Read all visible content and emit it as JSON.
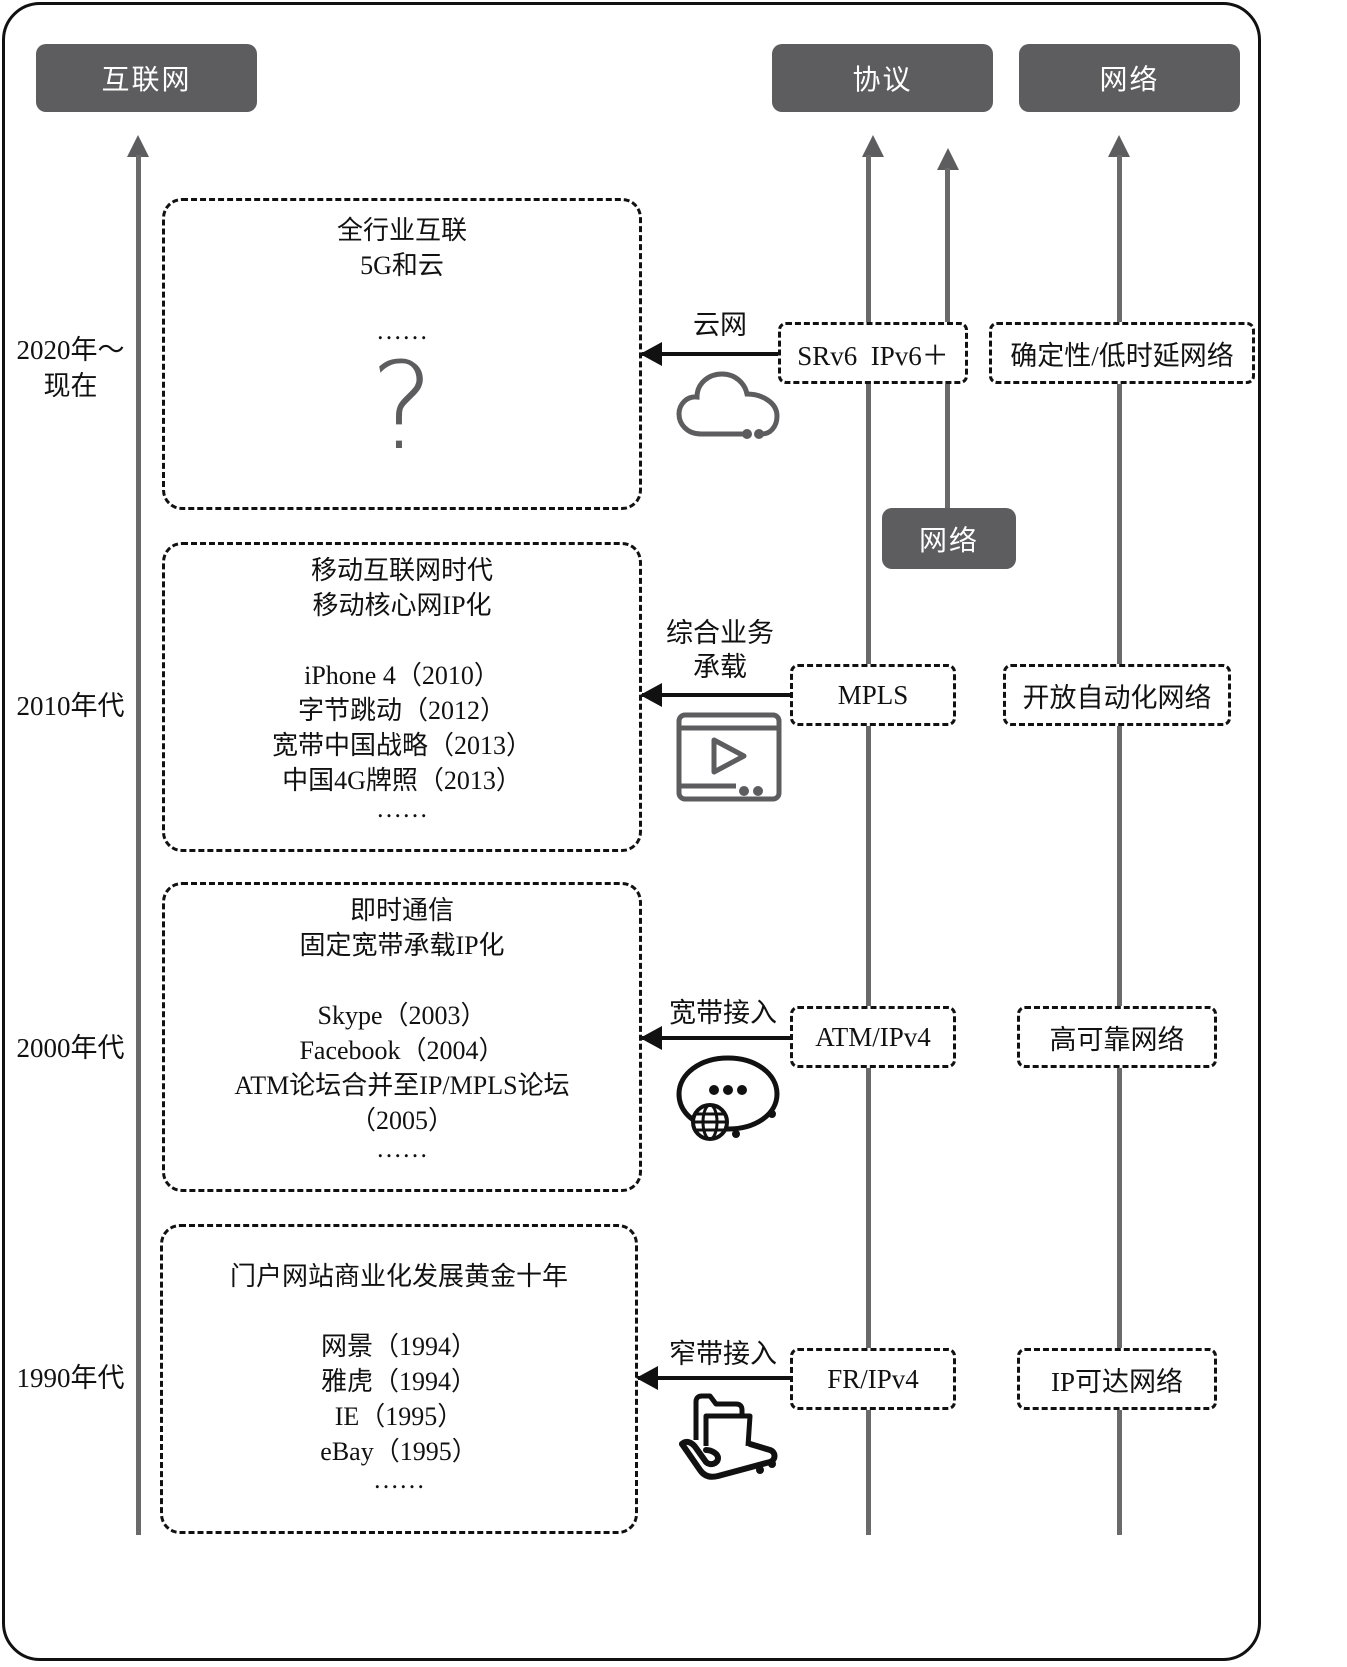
{
  "headers": {
    "internet": "互联网",
    "protocol": "协议",
    "network": "网络",
    "network_mid": "网络"
  },
  "eras": [
    {
      "period": [
        "2020年～",
        "现在"
      ],
      "titles": [
        "全行业互联",
        "5G和云"
      ],
      "events": [],
      "ellipsis": "……",
      "unknown": "?",
      "link_label": [
        "云网"
      ],
      "link_icon": "cloud-icon",
      "protocol": "SRv6  IPv6＋",
      "network": "确定性/低时延网络"
    },
    {
      "period": [
        "2010年代"
      ],
      "titles": [
        "移动互联网时代",
        "移动核心网IP化"
      ],
      "events": [
        "iPhone 4（2010）",
        "字节跳动（2012）",
        "宽带中国战略（2013）",
        "中国4G牌照（2013）"
      ],
      "ellipsis": "……",
      "link_label": [
        "综合业务",
        "承载"
      ],
      "link_icon": "video-player-icon",
      "protocol": "MPLS",
      "network": "开放自动化网络"
    },
    {
      "period": [
        "2000年代"
      ],
      "titles": [
        "即时通信",
        "固定宽带承载IP化"
      ],
      "events": [
        "Skype（2003）",
        "Facebook（2004）",
        "ATM论坛合并至IP/MPLS论坛",
        "（2005）"
      ],
      "ellipsis": "……",
      "link_label": [
        "宽带接入"
      ],
      "link_icon": "chat-globe-icon",
      "protocol": "ATM/IPv4",
      "network": "高可靠网络"
    },
    {
      "period": [
        "1990年代"
      ],
      "titles": [
        "门户网站商业化发展黄金十年"
      ],
      "events": [
        "网景（1994）",
        "雅虎（1994）",
        "IE（1995）",
        "eBay（1995）"
      ],
      "ellipsis": "……",
      "link_label": [
        "窄带接入"
      ],
      "link_icon": "hand-folder-icon",
      "protocol": "FR/IPv4",
      "network": "IP可达网络"
    }
  ]
}
